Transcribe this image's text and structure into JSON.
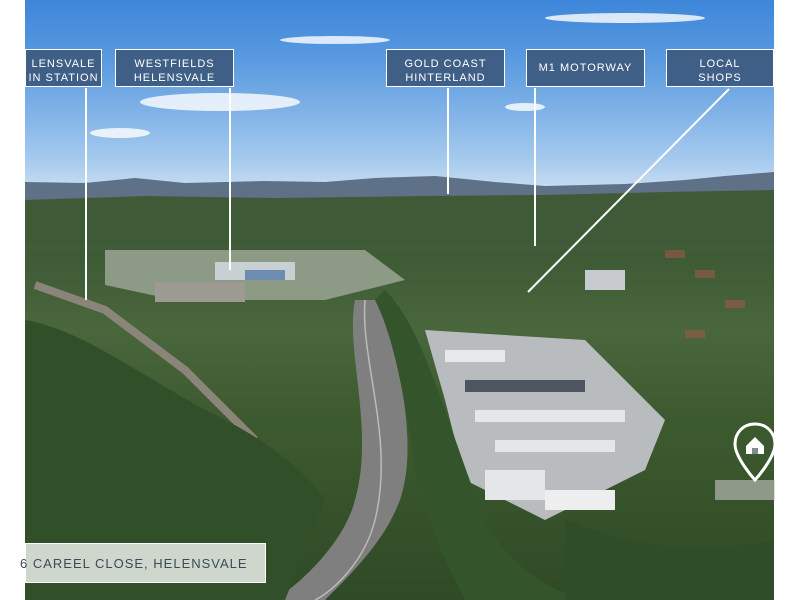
{
  "callouts": [
    {
      "id": "helensvale-train-station",
      "line1": "LENSVALE",
      "line2": "IN STATION"
    },
    {
      "id": "westfields-helensvale",
      "line1": "WESTFIELDS",
      "line2": "HELENSVALE"
    },
    {
      "id": "gold-coast-hinterland",
      "line1": "GOLD COAST",
      "line2": "HINTERLAND"
    },
    {
      "id": "m1-motorway",
      "line1": "M1 MOTORWAY",
      "line2": ""
    },
    {
      "id": "local-shops",
      "line1": "LOCAL",
      "line2": "SHOPS"
    }
  ],
  "address": "6 CAREEL CLOSE, HELENSVALE",
  "icons": {
    "pin": "home-location-pin-icon"
  },
  "colors": {
    "callout_bg": "#3f5f86",
    "callout_text": "#ffffff",
    "leader": "#ffffff",
    "address_text": "#3a4a5a"
  }
}
